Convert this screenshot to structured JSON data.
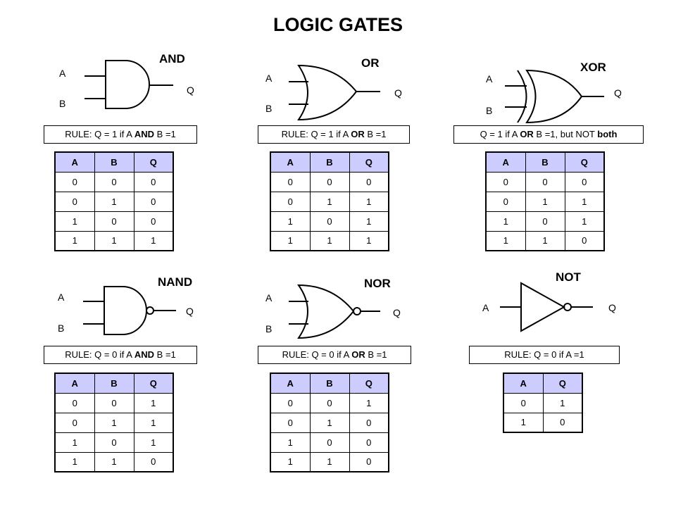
{
  "title": "LOGIC GATES",
  "colors": {
    "header_fill": "#ccccff",
    "line": "#000000"
  },
  "gates": {
    "and": {
      "name": "AND",
      "in_a": "A",
      "in_b": "B",
      "out": "Q",
      "rule": {
        "pre": "RULE: Q = 1 if A ",
        "bold": "AND",
        "post": " B =1"
      },
      "headers": [
        "A",
        "B",
        "Q"
      ],
      "rows": [
        [
          "0",
          "0",
          "0"
        ],
        [
          "0",
          "1",
          "0"
        ],
        [
          "1",
          "0",
          "0"
        ],
        [
          "1",
          "1",
          "1"
        ]
      ]
    },
    "or": {
      "name": "OR",
      "in_a": "A",
      "in_b": "B",
      "out": "Q",
      "rule": {
        "pre": "RULE: Q = 1 if A ",
        "bold": "OR",
        "post": " B =1"
      },
      "headers": [
        "A",
        "B",
        "Q"
      ],
      "rows": [
        [
          "0",
          "0",
          "0"
        ],
        [
          "0",
          "1",
          "1"
        ],
        [
          "1",
          "0",
          "1"
        ],
        [
          "1",
          "1",
          "1"
        ]
      ]
    },
    "xor": {
      "name": "XOR",
      "in_a": "A",
      "in_b": "B",
      "out": "Q",
      "rule": {
        "pre": "Q = 1 if A ",
        "bold": "OR",
        "post": " B =1, but NOT ",
        "bold2": "both"
      },
      "headers": [
        "A",
        "B",
        "Q"
      ],
      "rows": [
        [
          "0",
          "0",
          "0"
        ],
        [
          "0",
          "1",
          "1"
        ],
        [
          "1",
          "0",
          "1"
        ],
        [
          "1",
          "1",
          "0"
        ]
      ]
    },
    "nand": {
      "name": "NAND",
      "in_a": "A",
      "in_b": "B",
      "out": "Q",
      "rule": {
        "pre": "RULE: Q = 0 if A ",
        "bold": "AND",
        "post": " B =1"
      },
      "headers": [
        "A",
        "B",
        "Q"
      ],
      "rows": [
        [
          "0",
          "0",
          "1"
        ],
        [
          "0",
          "1",
          "1"
        ],
        [
          "1",
          "0",
          "1"
        ],
        [
          "1",
          "1",
          "0"
        ]
      ]
    },
    "nor": {
      "name": "NOR",
      "in_a": "A",
      "in_b": "B",
      "out": "Q",
      "rule": {
        "pre": "RULE: Q = 0 if A ",
        "bold": "OR",
        "post": " B =1"
      },
      "headers": [
        "A",
        "B",
        "Q"
      ],
      "rows": [
        [
          "0",
          "0",
          "1"
        ],
        [
          "0",
          "1",
          "0"
        ],
        [
          "1",
          "0",
          "0"
        ],
        [
          "1",
          "1",
          "0"
        ]
      ]
    },
    "not": {
      "name": "NOT",
      "in_a": "A",
      "out": "Q",
      "rule": {
        "pre": "RULE: Q = 0 if A =1"
      },
      "headers": [
        "A",
        "Q"
      ],
      "rows": [
        [
          "0",
          "1"
        ],
        [
          "1",
          "0"
        ]
      ]
    }
  }
}
